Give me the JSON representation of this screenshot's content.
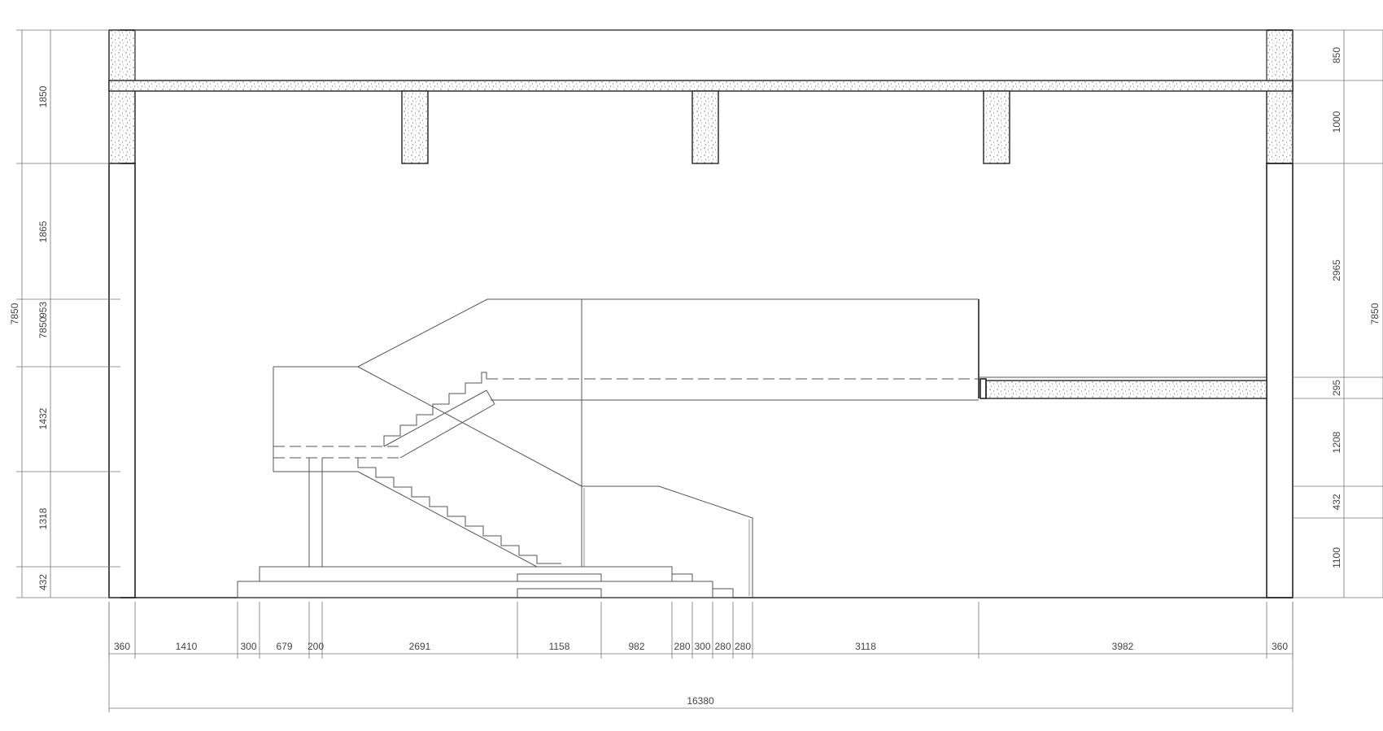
{
  "drawing": {
    "type": "architectural-section",
    "bottom_dimensions": [
      "360",
      "1410",
      "300",
      "679",
      "200",
      "2691",
      "1158",
      "982",
      "280",
      "300",
      "280",
      "280",
      "3118",
      "3982",
      "360"
    ],
    "overall_width": "16380",
    "left_dimensions": [
      "1850",
      "1865",
      "953",
      "7850",
      "1432",
      "1318",
      "432"
    ],
    "left_total": "7850",
    "right_dimensions": [
      "850",
      "1000",
      "2965",
      "295",
      "1208",
      "432",
      "1100"
    ],
    "right_total": "7850"
  }
}
